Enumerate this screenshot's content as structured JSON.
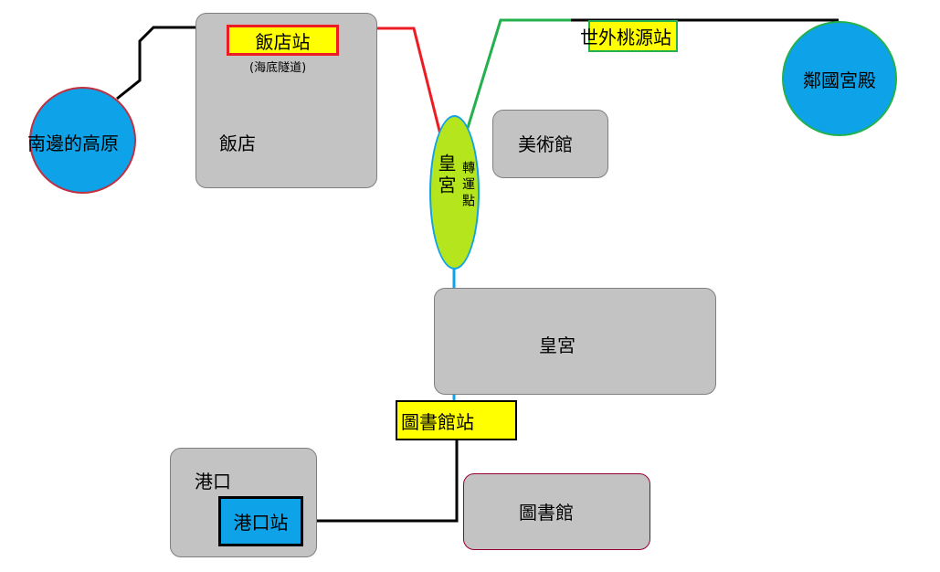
{
  "buildings": {
    "hotel": "飯店",
    "museum": "美術館",
    "palace": "皇宮",
    "harbor": "港口",
    "library": "圖書館"
  },
  "stations": {
    "hotel": "飯店站",
    "hotel_note": "(海底隧道)",
    "shangrila": "世外桃源站",
    "library": "圖書館站",
    "harbor": "港口站"
  },
  "interchange": {
    "name": "皇宮",
    "sub": "轉運點"
  },
  "destinations": {
    "south_plateau": "南邊的高原",
    "neighbor_palace": "鄰國宮殿"
  },
  "colors": {
    "building_fill": "#c3c3c3",
    "station_fill": "#ffff00",
    "circle_fill": "#0ea2e8",
    "interchange_fill": "#b5e61d",
    "red_line": "#ed1c24",
    "green_line": "#22b14c",
    "blue_line": "#0ea2e8",
    "black_line": "#000000"
  }
}
